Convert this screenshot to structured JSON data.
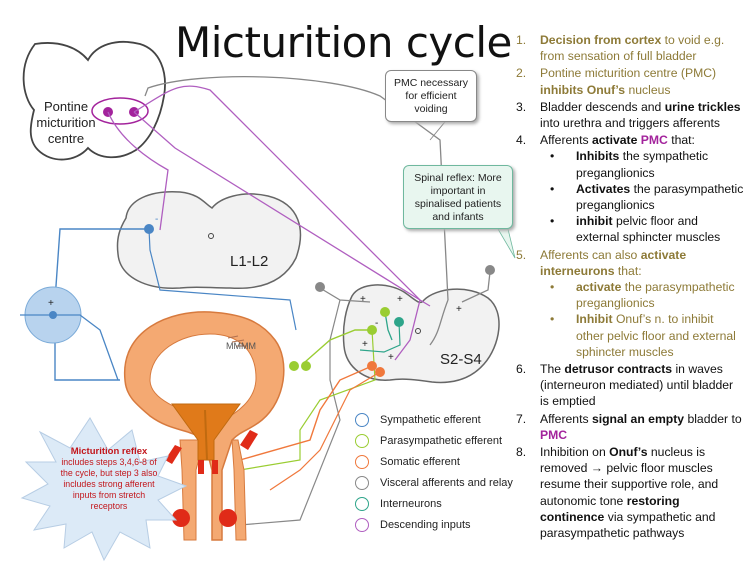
{
  "title": "Micturition cycle",
  "diagram": {
    "pontine_label_line1": "Pontine",
    "pontine_label_line2": "micturition",
    "pontine_label_line3": "centre",
    "l1l2_label": "L1-L2",
    "s2s4_label": "S2-S4",
    "callout_pmc_line1": "PMC necessary",
    "callout_pmc_line2": "for efficient",
    "callout_pmc_line3": "voiding",
    "callout_spinal_line1": "Spinal reflex: More",
    "callout_spinal_line2": "important in",
    "callout_spinal_line3": "spinalised patients",
    "callout_spinal_line4": "and infants",
    "reflex_title": "Micturition reflex",
    "reflex_line1": "includes steps 3,4,6-8 of",
    "reflex_line2": "the cycle, but step 3 also",
    "reflex_line3": "includes strong afferent",
    "reflex_line4": "inputs from stretch",
    "reflex_line5": "receptors"
  },
  "legend": [
    {
      "label": "Sympathetic efferent",
      "color": "#4a86c5"
    },
    {
      "label": "Parasympathetic efferent",
      "color": "#9acd32"
    },
    {
      "label": "Somatic efferent",
      "color": "#f0783c"
    },
    {
      "label": "Visceral afferents and relay",
      "color": "#888888"
    },
    {
      "label": "Interneurons",
      "color": "#2ea58a"
    },
    {
      "label": "Descending inputs",
      "color": "#b05fc0"
    }
  ],
  "steps": {
    "s1": {
      "num": "1.",
      "a": "Decision from cortex",
      "b": " to void e.g. from sensation of full bladder"
    },
    "s2": {
      "num": "2.",
      "a": "Pontine micturition centre (PMC) ",
      "b": "inhibits Onuf’s",
      "c": " nucleus"
    },
    "s3": {
      "num": "3.",
      "a": "Bladder descends and ",
      "b": "urine trickles",
      "c": " into urethra and triggers afferents"
    },
    "s4": {
      "num": "4.",
      "a": "Afferents ",
      "b": "activate ",
      "c": "PMC",
      "d": " that:",
      "sub1a": "Inhibits",
      "sub1b": " the sympathetic preganglionics",
      "sub2a": "Activates",
      "sub2b": " the parasympathetic preganglionics",
      "sub3a": "inhibit",
      "sub3b": " pelvic floor and external sphincter muscles"
    },
    "s5": {
      "num": "5.",
      "a": "Afferents can also ",
      "b": "activate interneurons",
      "c": " that:",
      "sub1a": "activate",
      "sub1b": " the parasympathetic preganglionics",
      "sub2a": "Inhibit",
      "sub2b": " Onuf’s n. to inhibit other pelvic floor and external sphincter muscles"
    },
    "s6": {
      "num": "6.",
      "a": "The ",
      "b": "detrusor contracts",
      "c": " in waves (interneuron mediated) until bladder is emptied"
    },
    "s7": {
      "num": "7.",
      "a": "Afferents ",
      "b": "signal an empty",
      "c": " bladder to ",
      "d": "PMC"
    },
    "s8": {
      "num": "8.",
      "a": "Inhibition on ",
      "b": "Onuf’s",
      "c": " nucleus is removed → pelvic floor muscles resume their supportive role, and autonomic tone ",
      "d": "restoring continence",
      "e": " via sympathetic and parasympathetic pathways"
    }
  }
}
